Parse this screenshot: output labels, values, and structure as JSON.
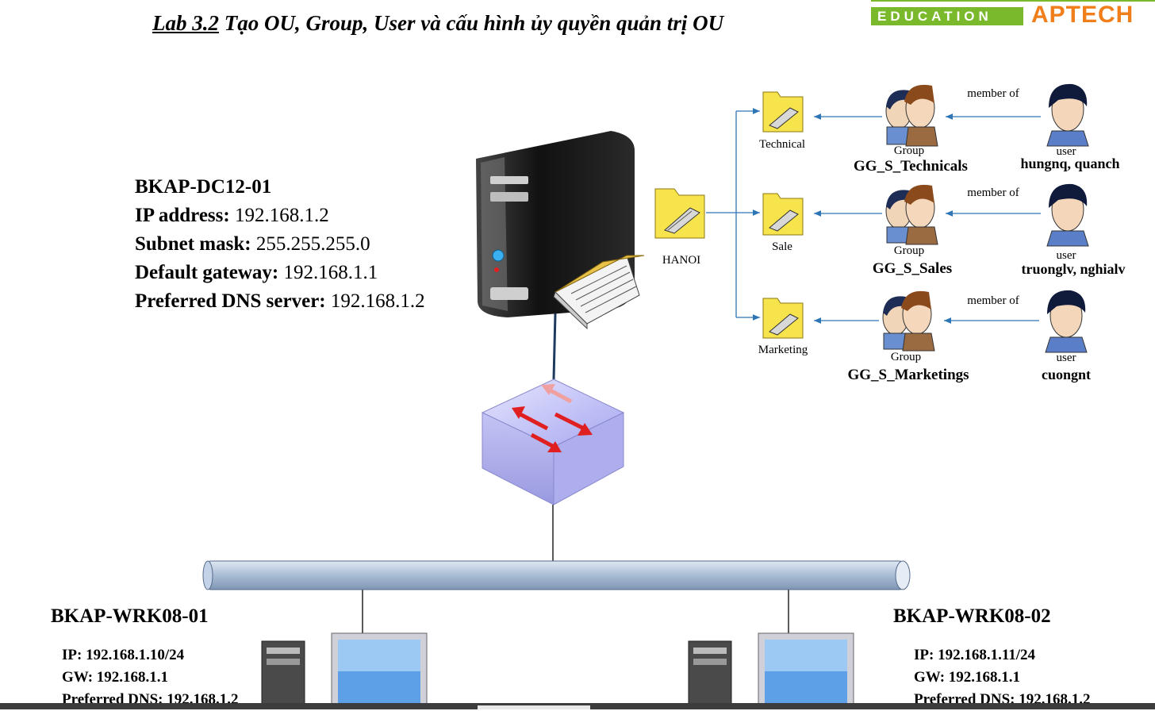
{
  "title": {
    "lab": "Lab 3.2",
    "text": " Tạo OU, Group, User và cấu hình ủy quyền quản trị OU"
  },
  "logo": {
    "line1": "EDUCATION",
    "line2": "APTECH"
  },
  "dc": {
    "name": "BKAP-DC12-01",
    "ip_label": "IP address:",
    "ip": " 192.168.1.2",
    "mask_label": "Subnet mask:",
    "mask": " 255.255.255.0",
    "gw_label": "Default gateway:",
    "gw": " 192.168.1.1",
    "dns_label": "Preferred DNS server:",
    "dns": " 192.168.1.2"
  },
  "root_ou": "HANOI",
  "ous": [
    {
      "ou": "Technical",
      "group_caption": "Group",
      "group": "GG_S_Technicals",
      "member_of": "member of",
      "user_caption": "user",
      "users": "hungnq, quanch"
    },
    {
      "ou": "Sale",
      "group_caption": "Group",
      "group": "GG_S_Sales",
      "member_of": "member of",
      "user_caption": "user",
      "users": "truonglv, nghialv"
    },
    {
      "ou": "Marketing",
      "group_caption": "Group",
      "group": "GG_S_Marketings",
      "member_of": "member of",
      "user_caption": "user",
      "users": "cuongnt"
    }
  ],
  "wrk1": {
    "name": "BKAP-WRK08-01",
    "ip": "IP: 192.168.1.10/24",
    "gw": "GW: 192.168.1.1",
    "dns": "Preferred DNS: 192.168.1.2"
  },
  "wrk2": {
    "name": "BKAP-WRK08-02",
    "ip": "IP: 192.168.1.11/24",
    "gw": "GW: 192.168.1.1",
    "dns": "Preferred DNS: 192.168.1.2"
  },
  "colors": {
    "line": "#2e75b6",
    "folder": "#f7e34c",
    "switch": "#a8a8f0",
    "arrow": "#e02020",
    "bus": "#aabdd6",
    "logo_green": "#7ab92c",
    "logo_orange": "#f07f1b"
  },
  "icons": [
    "server-icon",
    "switch-icon",
    "folder-icon",
    "group-icon",
    "user-icon",
    "workstation-icon",
    "monitor-icon"
  ]
}
